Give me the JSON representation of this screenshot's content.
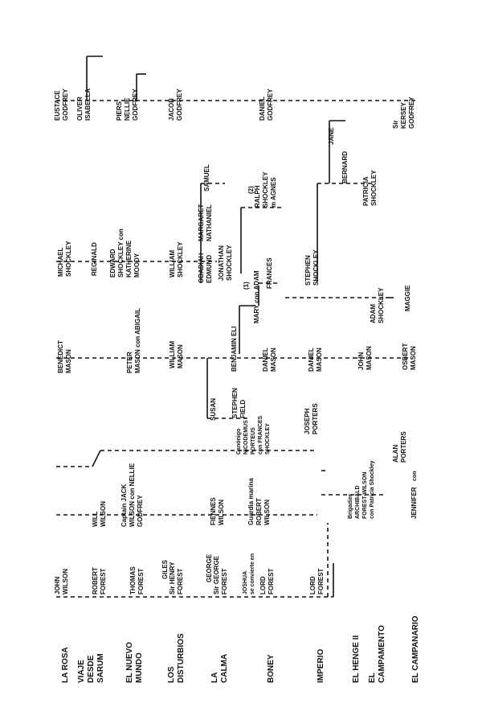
{
  "chapters": [
    {
      "id": "c1",
      "lines": [
        "LA ROSA"
      ]
    },
    {
      "id": "c2",
      "lines": [
        "VIAJE",
        "DESDE",
        "SARUM"
      ]
    },
    {
      "id": "c3",
      "lines": [
        "EL NUEVO",
        "MUNDO"
      ]
    },
    {
      "id": "c4",
      "lines": [
        "LOS",
        "DISTURBIOS"
      ]
    },
    {
      "id": "c5",
      "lines": [
        "LA",
        "CALMA"
      ]
    },
    {
      "id": "c6",
      "lines": [
        "BONEY"
      ]
    },
    {
      "id": "c7",
      "lines": [
        "IMPERIO"
      ]
    },
    {
      "id": "c8",
      "lines": [
        "EL HENGE II"
      ]
    },
    {
      "id": "c9",
      "lines": [
        "EL",
        "CAMPAMENTO"
      ]
    },
    {
      "id": "c10",
      "lines": [
        "EL CAMPANARIO"
      ]
    }
  ],
  "people": [
    {
      "id": "n1",
      "lines": [
        "JOHN",
        "WILSON"
      ]
    },
    {
      "id": "n2",
      "lines": [
        "ROBERT",
        "FOREST"
      ]
    },
    {
      "id": "n3",
      "lines": [
        "THOMAS",
        "FOREST"
      ]
    },
    {
      "id": "n4",
      "lines": [
        "GILES"
      ]
    },
    {
      "id": "n5",
      "lines": [
        "Sir HENRY",
        "FOREST"
      ]
    },
    {
      "id": "n6",
      "lines": [
        "GEORGE"
      ]
    },
    {
      "id": "n7",
      "lines": [
        "Sir GEORGE",
        "FOREST"
      ]
    },
    {
      "id": "n8",
      "lines": [
        "JOSHUA",
        "se convierte en"
      ]
    },
    {
      "id": "n9",
      "lines": [
        "LORD",
        "FOREST"
      ]
    },
    {
      "id": "n10",
      "lines": [
        "LORD",
        "FOREST"
      ]
    },
    {
      "id": "n11",
      "lines": [
        "WILL",
        "WILSON"
      ]
    },
    {
      "id": "n12",
      "lines": [
        "Captain JACK",
        "WILSON con NELLIE",
        "GODFREY"
      ]
    },
    {
      "id": "n13",
      "lines": [
        "FIENNES",
        "WILSON"
      ]
    },
    {
      "id": "n14",
      "lines": [
        "Guardia marina",
        "ROBERT",
        "WILSON"
      ]
    },
    {
      "id": "n15",
      "lines": [
        "Brigadier",
        "ARCHIBALD",
        "FOREST-WILSON",
        "con Patricia Shockley"
      ]
    },
    {
      "id": "n16",
      "lines": [
        "JENNIFER"
      ]
    },
    {
      "id": "n16b",
      "lines": [
        "con"
      ]
    },
    {
      "id": "n17",
      "lines": [
        "ALAN",
        "PORTERS"
      ]
    },
    {
      "id": "n18",
      "lines": [
        "Canónigo",
        "NICODEMUS",
        "PORTEUS",
        "con FRANCES",
        "SHOCKLEY"
      ]
    },
    {
      "id": "n19",
      "lines": [
        "JOSEPH",
        "PORTERS"
      ]
    },
    {
      "id": "n20",
      "lines": [
        "SUSAN"
      ]
    },
    {
      "id": "n21",
      "lines": [
        "STEPHEN",
        "FIELD"
      ]
    },
    {
      "id": "n22",
      "lines": [
        "BENEDICT",
        "MASON"
      ]
    },
    {
      "id": "n23",
      "lines": [
        "PETER",
        "MASON con ABIGAIL"
      ]
    },
    {
      "id": "n24",
      "lines": [
        "WILLIAM",
        "MASON"
      ]
    },
    {
      "id": "n25",
      "lines": [
        "BENJAMIN ELI"
      ]
    },
    {
      "id": "n26",
      "lines": [
        "DANIEL",
        "MASON"
      ]
    },
    {
      "id": "n27",
      "lines": [
        "DANIEL",
        "MASON"
      ]
    },
    {
      "id": "n28",
      "lines": [
        "JOHN",
        "MASON"
      ]
    },
    {
      "id": "n29",
      "lines": [
        "OSBERT",
        "MASON"
      ]
    },
    {
      "id": "n30",
      "lines": [
        "MICHAEL",
        "SHOCKLEY"
      ]
    },
    {
      "id": "n31",
      "lines": [
        "REGINALD"
      ]
    },
    {
      "id": "n32",
      "lines": [
        "EDWARD",
        "SHOCKLEY con",
        "KATHERINE",
        "MOODY"
      ]
    },
    {
      "id": "n33",
      "lines": [
        "WILLIAM",
        "SHOCKLEY"
      ]
    },
    {
      "id": "n34",
      "lines": [
        "OBADIAH",
        "EDMUND"
      ]
    },
    {
      "id": "n35",
      "lines": [
        "MARGARET",
        "NATHANIEL"
      ]
    },
    {
      "id": "n36",
      "lines": [
        "SAMUEL"
      ]
    },
    {
      "id": "n37",
      "lines": [
        "JONATHAN",
        "SHOCKLEY"
      ]
    },
    {
      "id": "n38",
      "lines": [
        "(1)"
      ]
    },
    {
      "id": "n39",
      "lines": [
        "(2)"
      ]
    },
    {
      "id": "n40",
      "lines": [
        "MARY con ADAM"
      ]
    },
    {
      "id": "n41",
      "lines": [
        "FRANCES"
      ]
    },
    {
      "id": "n42",
      "lines": [
        "ADAM",
        "SHOCKLEY"
      ]
    },
    {
      "id": "n43",
      "lines": [
        "MAGGIE"
      ]
    },
    {
      "id": "n44",
      "lines": [
        "STEPHEN",
        "SHOCKLEY"
      ]
    },
    {
      "id": "n45",
      "lines": [
        "RALPH",
        "SHOCKLEY",
        "m AGNES"
      ]
    },
    {
      "id": "n46",
      "lines": [
        "BERNARD"
      ]
    },
    {
      "id": "n47",
      "lines": [
        "JANE"
      ]
    },
    {
      "id": "n48",
      "lines": [
        "PATRICIA",
        "SHOCKLEY"
      ]
    },
    {
      "id": "n49",
      "lines": [
        "EUSTACE",
        "GODFREY"
      ]
    },
    {
      "id": "n50",
      "lines": [
        "OLIVER",
        "ISABELLA"
      ]
    },
    {
      "id": "n51",
      "lines": [
        "PIERS",
        "NELLIE",
        "GODFREY"
      ]
    },
    {
      "id": "n52",
      "lines": [
        "JACOB",
        "GODFREY"
      ]
    },
    {
      "id": "n53",
      "lines": [
        "DANIEL",
        "GODFREY"
      ]
    },
    {
      "id": "n54",
      "lines": [
        "Sir",
        "KERSEY",
        "GODFREY"
      ]
    }
  ]
}
